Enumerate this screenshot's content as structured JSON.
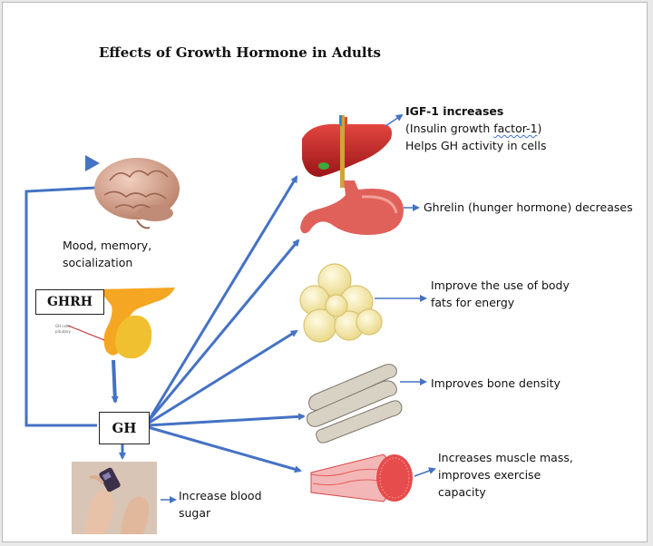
{
  "diagram": {
    "title": "Effects of Growth Hormone in Adults",
    "brain_label": [
      "Mood, memory,",
      "socialization"
    ],
    "ghrh_label": "GHRH",
    "gh_label": "GH",
    "effects": {
      "liver": {
        "line1": "IGF-1 increases",
        "line2_prefix": "(Insulin growth ",
        "line2_underlined": "factor-1",
        "line2_suffix": ")",
        "line3": "Helps GH activity in cells"
      },
      "stomach": "Ghrelin (hunger hormone) decreases",
      "fat": [
        "Improve the use of body",
        "fats for energy"
      ],
      "bone": "Improves bone density",
      "muscle": [
        "Increases muscle mass,",
        "improves exercise",
        "capacity"
      ],
      "blood": [
        "Increase blood",
        "sugar"
      ]
    },
    "colors": {
      "arrow": "#4472c4",
      "liver": "#c8262a",
      "stomach": "#e0615a",
      "fat": "#f2e6a6",
      "bone": "#d8d2c4",
      "muscle": "#e64c4c",
      "gland": "#f5a623",
      "brain": "#d9a892"
    }
  }
}
